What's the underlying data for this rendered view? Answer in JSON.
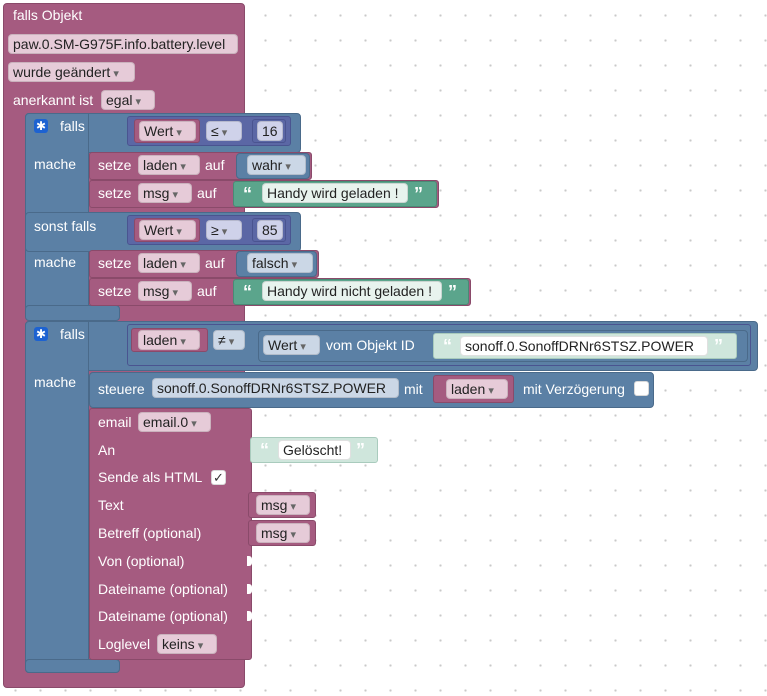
{
  "trigger": {
    "title": "falls Objekt",
    "object_id": "paw.0.SM-G975F.info.battery.level",
    "change": "wurde geändert",
    "ack_label": "anerkannt ist",
    "ack_value": "egal"
  },
  "if1": {
    "falls": "falls",
    "cond1": {
      "left": "Wert",
      "op": "≤",
      "right": "16"
    },
    "mache": "mache",
    "set1": {
      "setze": "setze",
      "var": "laden",
      "auf": "auf",
      "value": "wahr"
    },
    "set2": {
      "setze": "setze",
      "var": "msg",
      "auf": "auf",
      "value": "Handy wird geladen !"
    },
    "sonst_falls": "sonst falls",
    "cond2": {
      "left": "Wert",
      "op": "≥",
      "right": "85"
    },
    "mache2": "mache",
    "set3": {
      "setze": "setze",
      "var": "laden",
      "auf": "auf",
      "value": "falsch"
    },
    "set4": {
      "setze": "setze",
      "var": "msg",
      "auf": "auf",
      "value": "Handy wird nicht geladen !"
    }
  },
  "if2": {
    "falls": "falls",
    "cond": {
      "left": "laden",
      "op": "≠",
      "wert": "Wert",
      "vom_objekt": "vom Objekt ID",
      "object": "sonoff.0.SonoffDRNr6STSZ.POWER"
    },
    "mache": "mache",
    "control": {
      "steuere": "steuere",
      "object": "sonoff.0.SonoffDRNr6STSZ.POWER",
      "mit": "mit",
      "value": "laden",
      "delay_label": "mit Verzögerung"
    },
    "email": {
      "label": "email",
      "instance": "email.0",
      "an": "An",
      "an_value": "Gelöscht!",
      "html_label": "Sende als HTML",
      "html_checked": "✓",
      "text_label": "Text",
      "text_value": "msg",
      "subject_label": "Betreff (optional)",
      "subject_value": "msg",
      "from_label": "Von (optional)",
      "file1_label": "Dateiname (optional)",
      "file2_label": "Dateiname (optional)",
      "loglevel_label": "Loglevel",
      "loglevel_value": "keins"
    }
  },
  "colors": {
    "trigger": "#a55b80",
    "logic": "#5b80a5",
    "compare": "#5b67a5",
    "text": "#5ba58c"
  },
  "icons": {
    "gear": "gear-icon",
    "quote_open": "“",
    "quote_close": "”"
  }
}
